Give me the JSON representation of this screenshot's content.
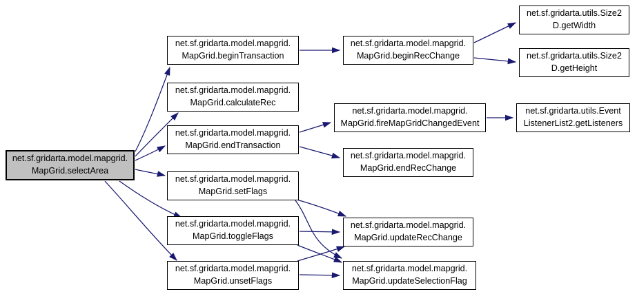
{
  "diagram": {
    "type": "call-graph",
    "description": "Doxygen-style caller graph for MapGrid.selectArea",
    "colors": {
      "edge": "#191970",
      "node_border": "#000000",
      "node_fill": "#ffffff",
      "selected_node_fill": "#c0c0c0",
      "background": "#ffffff",
      "text": "#000000"
    },
    "nodes": [
      {
        "id": "selectArea",
        "line1": "net.sf.gridarta.model.mapgrid.",
        "line2": "MapGrid.selectArea",
        "selected": true
      },
      {
        "id": "beginTransaction",
        "line1": "net.sf.gridarta.model.mapgrid.",
        "line2": "MapGrid.beginTransaction",
        "selected": false
      },
      {
        "id": "calculateRec",
        "line1": "net.sf.gridarta.model.mapgrid.",
        "line2": "MapGrid.calculateRec",
        "selected": false
      },
      {
        "id": "endTransaction",
        "line1": "net.sf.gridarta.model.mapgrid.",
        "line2": "MapGrid.endTransaction",
        "selected": false
      },
      {
        "id": "setFlags",
        "line1": "net.sf.gridarta.model.mapgrid.",
        "line2": "MapGrid.setFlags",
        "selected": false
      },
      {
        "id": "toggleFlags",
        "line1": "net.sf.gridarta.model.mapgrid.",
        "line2": "MapGrid.toggleFlags",
        "selected": false
      },
      {
        "id": "unsetFlags",
        "line1": "net.sf.gridarta.model.mapgrid.",
        "line2": "MapGrid.unsetFlags",
        "selected": false
      },
      {
        "id": "beginRecChange",
        "line1": "net.sf.gridarta.model.mapgrid.",
        "line2": "MapGrid.beginRecChange",
        "selected": false
      },
      {
        "id": "fireMapGridChangedEvent",
        "line1": "net.sf.gridarta.model.mapgrid.",
        "line2": "MapGrid.fireMapGridChangedEvent",
        "selected": false
      },
      {
        "id": "endRecChange",
        "line1": "net.sf.gridarta.model.mapgrid.",
        "line2": "MapGrid.endRecChange",
        "selected": false
      },
      {
        "id": "updateRecChange",
        "line1": "net.sf.gridarta.model.mapgrid.",
        "line2": "MapGrid.updateRecChange",
        "selected": false
      },
      {
        "id": "updateSelectionFlag",
        "line1": "net.sf.gridarta.model.mapgrid.",
        "line2": "MapGrid.updateSelectionFlag",
        "selected": false
      },
      {
        "id": "getWidth",
        "line1": "net.sf.gridarta.utils.Size2",
        "line2": "D.getWidth",
        "selected": false
      },
      {
        "id": "getHeight",
        "line1": "net.sf.gridarta.utils.Size2",
        "line2": "D.getHeight",
        "selected": false
      },
      {
        "id": "getListeners",
        "line1": "net.sf.gridarta.utils.Event",
        "line2": "ListenerList2.getListeners",
        "selected": false
      }
    ],
    "edges": [
      {
        "from": "selectArea",
        "to": "beginTransaction"
      },
      {
        "from": "selectArea",
        "to": "calculateRec"
      },
      {
        "from": "selectArea",
        "to": "endTransaction"
      },
      {
        "from": "selectArea",
        "to": "setFlags"
      },
      {
        "from": "selectArea",
        "to": "toggleFlags"
      },
      {
        "from": "selectArea",
        "to": "unsetFlags"
      },
      {
        "from": "beginTransaction",
        "to": "beginRecChange"
      },
      {
        "from": "beginRecChange",
        "to": "getWidth"
      },
      {
        "from": "beginRecChange",
        "to": "getHeight"
      },
      {
        "from": "endTransaction",
        "to": "fireMapGridChangedEvent"
      },
      {
        "from": "endTransaction",
        "to": "endRecChange"
      },
      {
        "from": "fireMapGridChangedEvent",
        "to": "getListeners"
      },
      {
        "from": "setFlags",
        "to": "updateRecChange"
      },
      {
        "from": "setFlags",
        "to": "updateSelectionFlag"
      },
      {
        "from": "toggleFlags",
        "to": "updateRecChange"
      },
      {
        "from": "toggleFlags",
        "to": "updateSelectionFlag"
      },
      {
        "from": "unsetFlags",
        "to": "updateRecChange"
      },
      {
        "from": "unsetFlags",
        "to": "updateSelectionFlag"
      }
    ]
  }
}
